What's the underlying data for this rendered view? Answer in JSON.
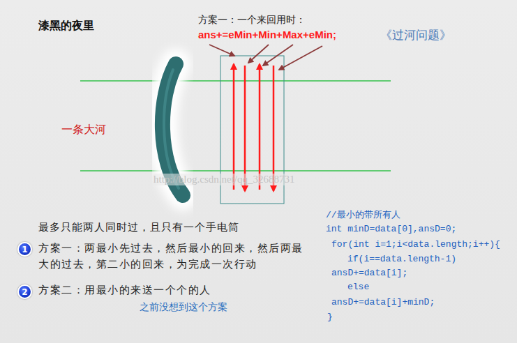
{
  "diagram": {
    "title": "《过河问题》",
    "nodes": [
      {
        "text": [
          "1"
        ]
      },
      {
        "text": [
          "2"
        ]
      }
    ],
    "labels": [
      "漆黑的夜里",
      "方案一：一个来回用时：",
      "ans+=eMin+Min+Max+eMin;",
      "一条大河",
      "http://blog.csdn.net/qq_32688731",
      "最多只能两人同时过，且只有一个手电筒",
      "方案一：两最小先过去，然后最小的回来，然后两最大的过去，第二小的回来，为完成一次行动",
      "方案二：用最小的来送一个个的人",
      "之前没想到这个方案",
      "//最小的带所有人",
      "int minD=data[0],ansD=0;",
      "for(int i=1;i<data.length;i++){",
      "if(i==data.length-1)",
      "ansD+=data[i];",
      "else",
      "ansD+=data[i]+minD;",
      "}"
    ]
  }
}
